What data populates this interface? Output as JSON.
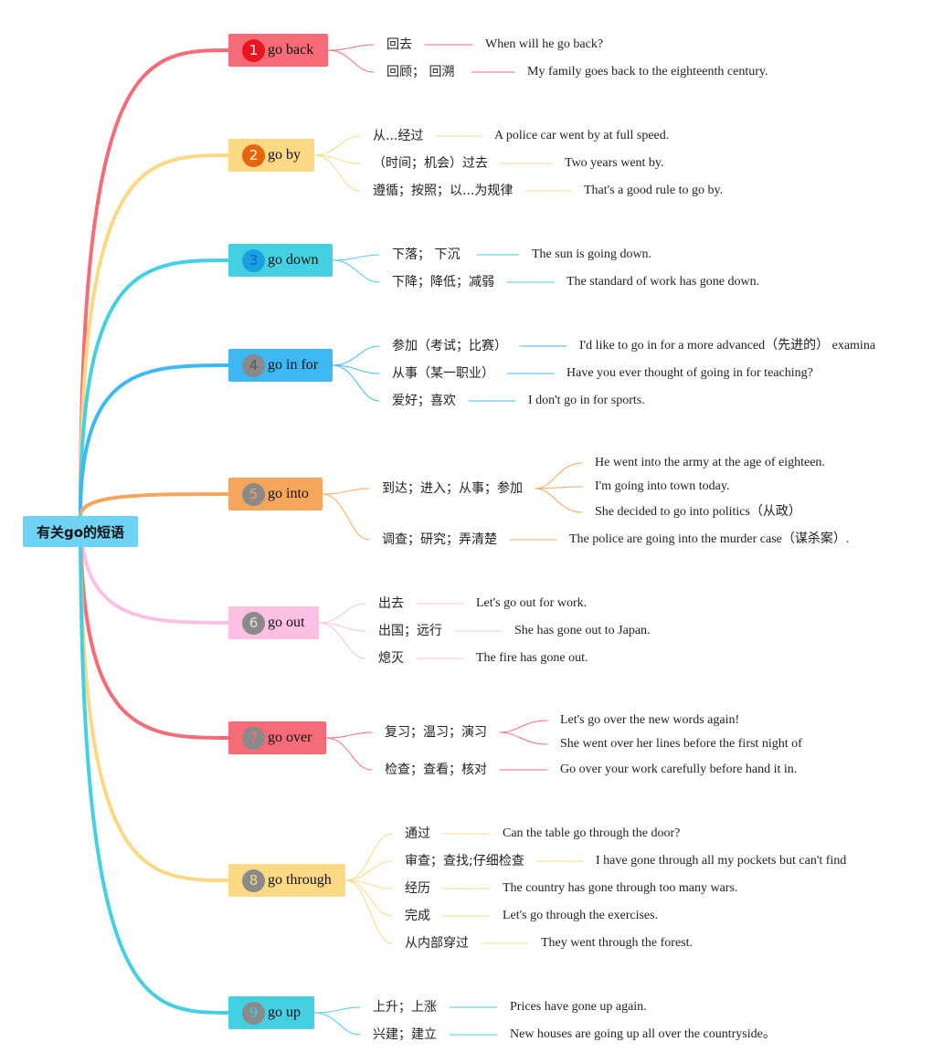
{
  "root": {
    "label": "有关go的短语"
  },
  "phrases": [
    {
      "num": "1",
      "label": "go back",
      "color": "#f66b78",
      "badge_bg": "#e8161c",
      "badge_fg": "#ffffff",
      "senses": [
        {
          "meaning": "回去",
          "examples": [
            "When will he go back?"
          ]
        },
        {
          "meaning": "回顾；  回溯",
          "examples": [
            "My family goes back to the eighteenth century."
          ]
        }
      ]
    },
    {
      "num": "2",
      "label": "go by",
      "color": "#fbd883",
      "badge_bg": "#e8650f",
      "badge_fg": "#ffffff",
      "senses": [
        {
          "meaning": "从...经过",
          "examples": [
            "A police car went by at full speed."
          ]
        },
        {
          "meaning": "（时间；机会）过去",
          "examples": [
            "Two years went by."
          ]
        },
        {
          "meaning": "遵循；按照；以...为规律",
          "examples": [
            "That's a good rule to go by."
          ]
        }
      ]
    },
    {
      "num": "3",
      "label": "go down",
      "color": "#45cfe3",
      "badge_bg": "#1a9fe0",
      "badge_fg": "#1565c0",
      "senses": [
        {
          "meaning": "下落；  下沉",
          "examples": [
            "The sun is going down."
          ]
        },
        {
          "meaning": "下降；降低；减弱",
          "examples": [
            "The standard of work has gone down."
          ]
        }
      ]
    },
    {
      "num": "4",
      "label": "go in for",
      "color": "#3db8f2",
      "badge_bg": "#8a8a8a",
      "badge_fg": "#5a5a5a",
      "senses": [
        {
          "meaning": "参加（考试；比赛）",
          "examples": [
            "I'd like to go in for a more advanced（先进的） examina"
          ]
        },
        {
          "meaning": "从事（某一职业）",
          "examples": [
            "Have you ever thought of going in for teaching?"
          ]
        },
        {
          "meaning": "爱好；喜欢",
          "examples": [
            "I don't go in for sports."
          ]
        }
      ]
    },
    {
      "num": "5",
      "label": "go into",
      "color": "#f6a55d",
      "badge_bg": "#8a8a8a",
      "badge_fg": "#f6a55d",
      "senses": [
        {
          "meaning": "到达；进入；从事；参加",
          "examples": [
            "He went into the army at the age of eighteen.",
            "I'm going into town today.",
            "She decided to go into politics（从政）"
          ]
        },
        {
          "meaning": "调查；研究；弄清楚",
          "examples": [
            "The police are going into the murder case（谋杀案）."
          ]
        }
      ]
    },
    {
      "num": "6",
      "label": "go out",
      "color": "#fbc0e3",
      "badge_bg": "#8a8a8a",
      "badge_fg": "#e0e0e0",
      "senses": [
        {
          "meaning": "出去",
          "examples": [
            "Let's go out for work."
          ]
        },
        {
          "meaning": "出国；远行",
          "examples": [
            "She has gone out to Japan."
          ]
        },
        {
          "meaning": "熄灭",
          "examples": [
            "The fire has gone out."
          ]
        }
      ]
    },
    {
      "num": "7",
      "label": "go over",
      "color": "#f66b78",
      "badge_bg": "#8a8a8a",
      "badge_fg": "#f66b78",
      "senses": [
        {
          "meaning": "复习；温习；演习",
          "examples": [
            "Let's go over the new words again!",
            "She went over her lines before the first night of"
          ]
        },
        {
          "meaning": "检查；查看；核对",
          "examples": [
            "Go over your work carefully before hand it in."
          ]
        }
      ]
    },
    {
      "num": "8",
      "label": "go through",
      "color": "#fbd883",
      "badge_bg": "#8a8a8a",
      "badge_fg": "#fbd883",
      "senses": [
        {
          "meaning": "通过",
          "examples": [
            "Can the table go through the door?"
          ]
        },
        {
          "meaning": "审查；查找;仔细检查",
          "examples": [
            "I have gone through all my pockets but can't find"
          ]
        },
        {
          "meaning": "经历",
          "examples": [
            "The country has gone through too many wars."
          ]
        },
        {
          "meaning": "完成",
          "examples": [
            "Let's go through the exercises."
          ]
        },
        {
          "meaning": "从内部穿过",
          "examples": [
            "They went through the forest."
          ]
        }
      ]
    },
    {
      "num": "9",
      "label": "go up",
      "color": "#45cfe3",
      "badge_bg": "#8a8a8a",
      "badge_fg": "#45cfe3",
      "senses": [
        {
          "meaning": "上升；上涨",
          "examples": [
            "Prices have gone up again."
          ]
        },
        {
          "meaning": "兴建；建立",
          "examples": [
            "New houses are going up all over the countryside。"
          ]
        }
      ]
    }
  ]
}
